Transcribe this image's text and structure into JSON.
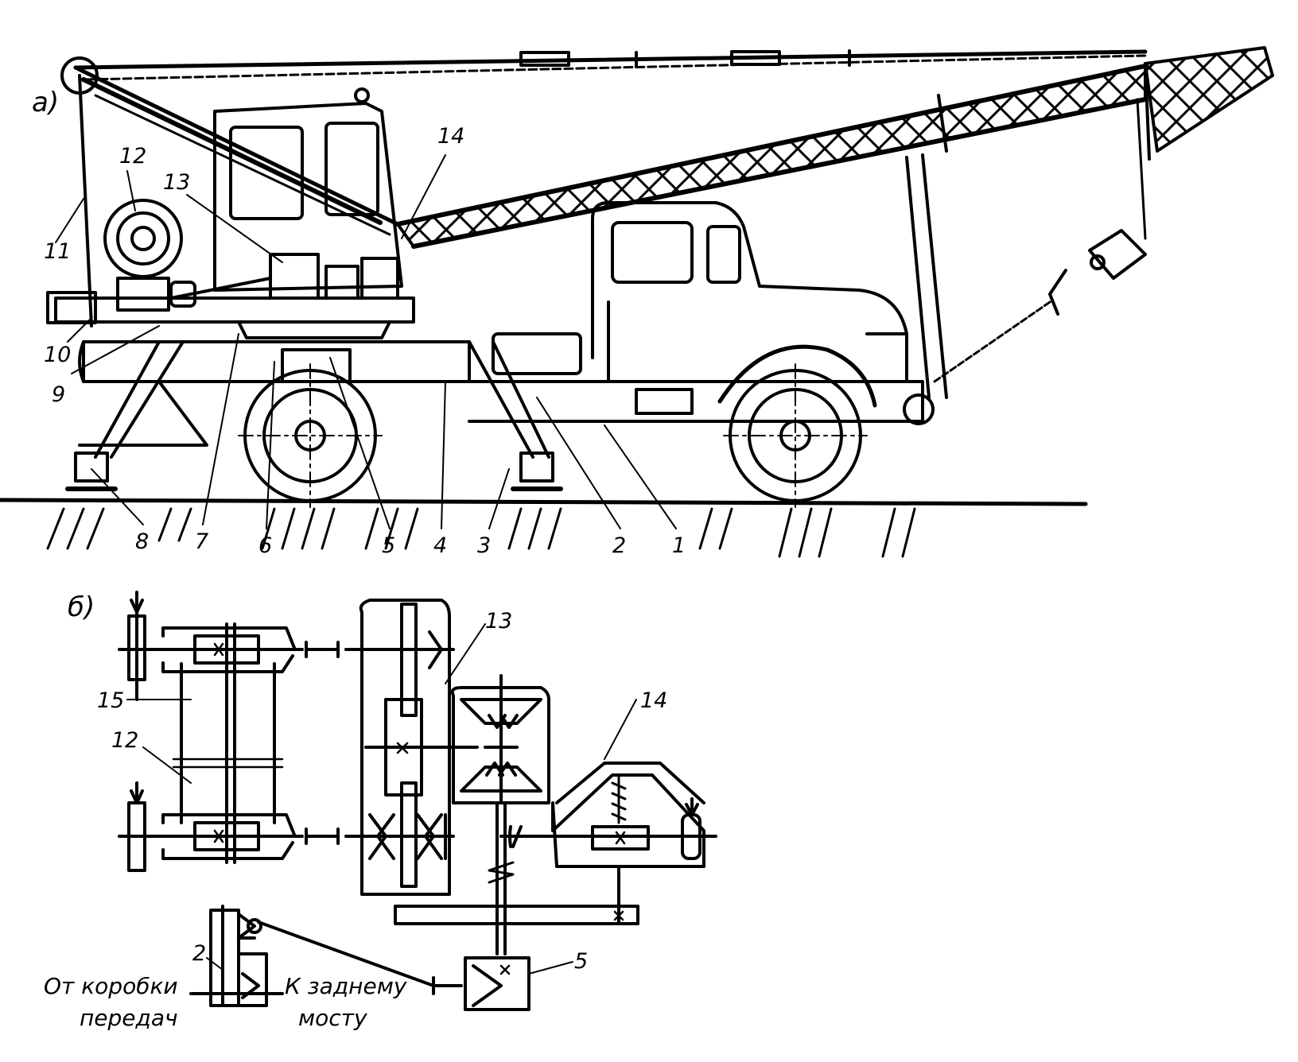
{
  "figure": {
    "panel_a": "а)",
    "panel_b": "б)",
    "callouts_a": [
      "1",
      "2",
      "3",
      "4",
      "5",
      "6",
      "7",
      "8",
      "9",
      "10",
      "11",
      "12",
      "13",
      "14"
    ],
    "callouts_b": [
      "15",
      "12",
      "13",
      "14",
      "2",
      "5"
    ],
    "caption_left_1": "От  коробки",
    "caption_left_2": "передач",
    "caption_right_1": "К заднему",
    "caption_right_2": "мосту"
  },
  "colors": {
    "ink": "#000000",
    "paper": "#ffffff"
  }
}
